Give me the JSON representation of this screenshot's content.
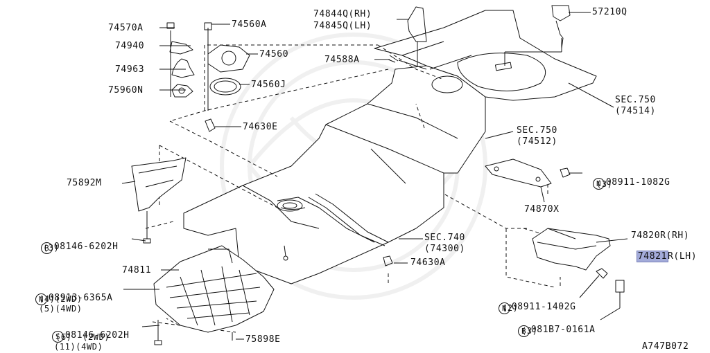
{
  "labels": {
    "p74570A": "74570A",
    "p74940": "74940",
    "p74963": "74963",
    "p75960N": "75960N",
    "p74560A": "74560A",
    "p74560": "74560",
    "p74560J": "74560J",
    "p74630E": "74630E",
    "p74844Q": "74844Q(RH)",
    "p74845Q": "74845Q(LH)",
    "p74588A": "74588A",
    "p57210Q": "57210Q",
    "sec750a": "SEC.750",
    "sec750a_sub": "(74514)",
    "sec750b": "SEC.750",
    "sec750b_sub": "(74512)",
    "p75892M": "75892M",
    "n08911_1082G": "08911-1082G",
    "n08911_1082G_qty": "(3)",
    "p74870X": "74870X",
    "b08146_6202H": "08146-6202H",
    "b08146_6202H_qty": "(3)",
    "p74820R": "74820R(RH)",
    "p74821R_hl": "74821",
    "p74821R_rest": "R(LH)",
    "sec740": "SEC.740",
    "sec740_sub": "(74300)",
    "p74811": "74811",
    "p74630A": "74630A",
    "n08913_6365A": "08913-6365A",
    "n08913_qty4": "(4)(2WD)",
    "n08913_qty5": "(5)(4WD)",
    "n08911_1402G": "08911-1402G",
    "n08911_1402G_qty": "(2)",
    "s08146_6202H": "08146-6202H",
    "s08146_qty6": "(6)  (2WD)",
    "s08146_qty11": "(11)(4WD)",
    "b081B7_0161A": "081B7-0161A",
    "b081B7_0161A_qty": "(3)",
    "p75898E": "75898E",
    "diagram_id": "A747B072"
  },
  "markers": {
    "N": "N",
    "B": "B",
    "S": "S"
  },
  "colors": {
    "line": "#111111",
    "highlight": "#a3abd9",
    "watermark": "#c8c8c8"
  }
}
